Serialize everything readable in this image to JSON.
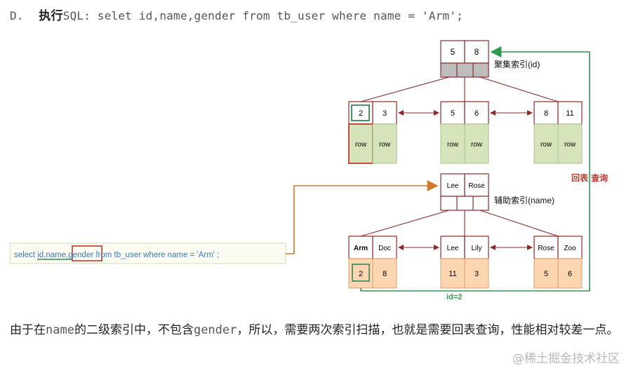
{
  "heading": {
    "label": "D.",
    "cn_text": "执行",
    "sql": "SQL: selet id,name,gender from tb_user where name = 'Arm';"
  },
  "diagram": {
    "clustered_root": {
      "keys": [
        "5",
        "8"
      ],
      "label": "聚集索引(id)"
    },
    "clustered_leaves": [
      {
        "keys": [
          "2",
          "3"
        ],
        "rows": [
          "row",
          "row"
        ]
      },
      {
        "keys": [
          "5",
          "6"
        ],
        "rows": [
          "row",
          "row"
        ]
      },
      {
        "keys": [
          "8",
          "11"
        ],
        "rows": [
          "row",
          "row"
        ]
      }
    ],
    "secondary_root": {
      "keys": [
        "Lee",
        "Rose"
      ],
      "label": "辅助索引(name)"
    },
    "secondary_leaves": [
      {
        "keys": [
          "Arm",
          "Doc"
        ],
        "values": [
          "2",
          "8"
        ]
      },
      {
        "keys": [
          "Lee",
          "Lily"
        ],
        "values": [
          "11",
          "3"
        ]
      },
      {
        "keys": [
          "Rose",
          "Zoo"
        ],
        "values": [
          "5",
          "6"
        ]
      }
    ],
    "query_box": {
      "part1": "select ",
      "part2": "id,name,",
      "part3": "gender",
      "part4": " from  tb_user  where  name = 'Arm' ;"
    },
    "back_table_label": "回表 查询",
    "id_label": "id=2"
  },
  "paragraph": {
    "p1": "由于在",
    "p2": "name",
    "p3": "的二级索引中，不包含",
    "p4": "gender",
    "p5": "，所以，需要两次索引扫描，也就是需要回表查询，性能相对较差一点。"
  },
  "watermark": "@稀土掘金技术社区",
  "colors": {
    "node_border": "#8b2a2a",
    "green_fill": "#d6e4bc",
    "orange_fill": "#fcd6b0",
    "highlight_green": "#2e8a56",
    "highlight_red": "#c0392b",
    "arrow_orange": "#d07a2a",
    "line_green": "#2e9a4e"
  }
}
